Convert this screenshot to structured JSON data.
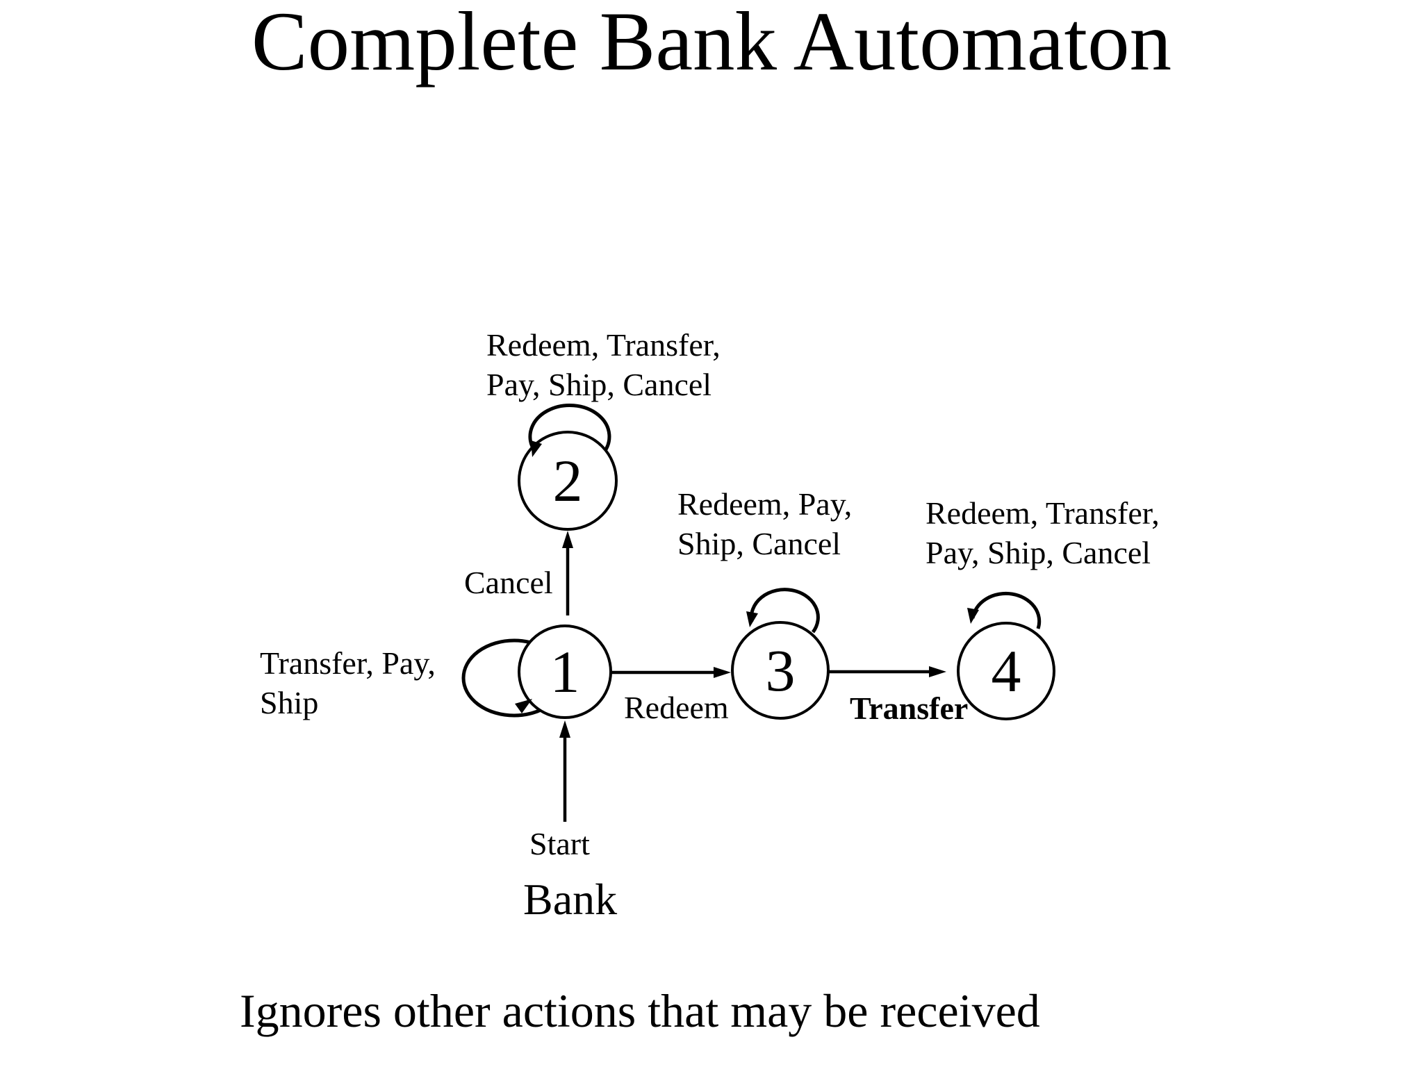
{
  "title": "Complete Bank Automaton",
  "footer": "Ignores other actions that may be received",
  "colors": {
    "ink": "#000000",
    "background": "#ffffff"
  },
  "automaton": {
    "name": "Bank",
    "start_label": "Start",
    "states": [
      {
        "id": "1",
        "loop_label": [
          "Transfer, Pay,",
          "Ship"
        ]
      },
      {
        "id": "2",
        "loop_label": [
          "Redeem, Transfer,",
          "Pay, Ship, Cancel"
        ]
      },
      {
        "id": "3",
        "loop_label": [
          "Redeem, Pay,",
          "Ship, Cancel"
        ]
      },
      {
        "id": "4",
        "loop_label": [
          "Redeem, Transfer,",
          "Pay, Ship, Cancel"
        ]
      }
    ],
    "transitions": [
      {
        "from": "1",
        "to": "2",
        "label": "Cancel"
      },
      {
        "from": "1",
        "to": "3",
        "label": "Redeem"
      },
      {
        "from": "3",
        "to": "4",
        "label": "Transfer"
      }
    ]
  }
}
